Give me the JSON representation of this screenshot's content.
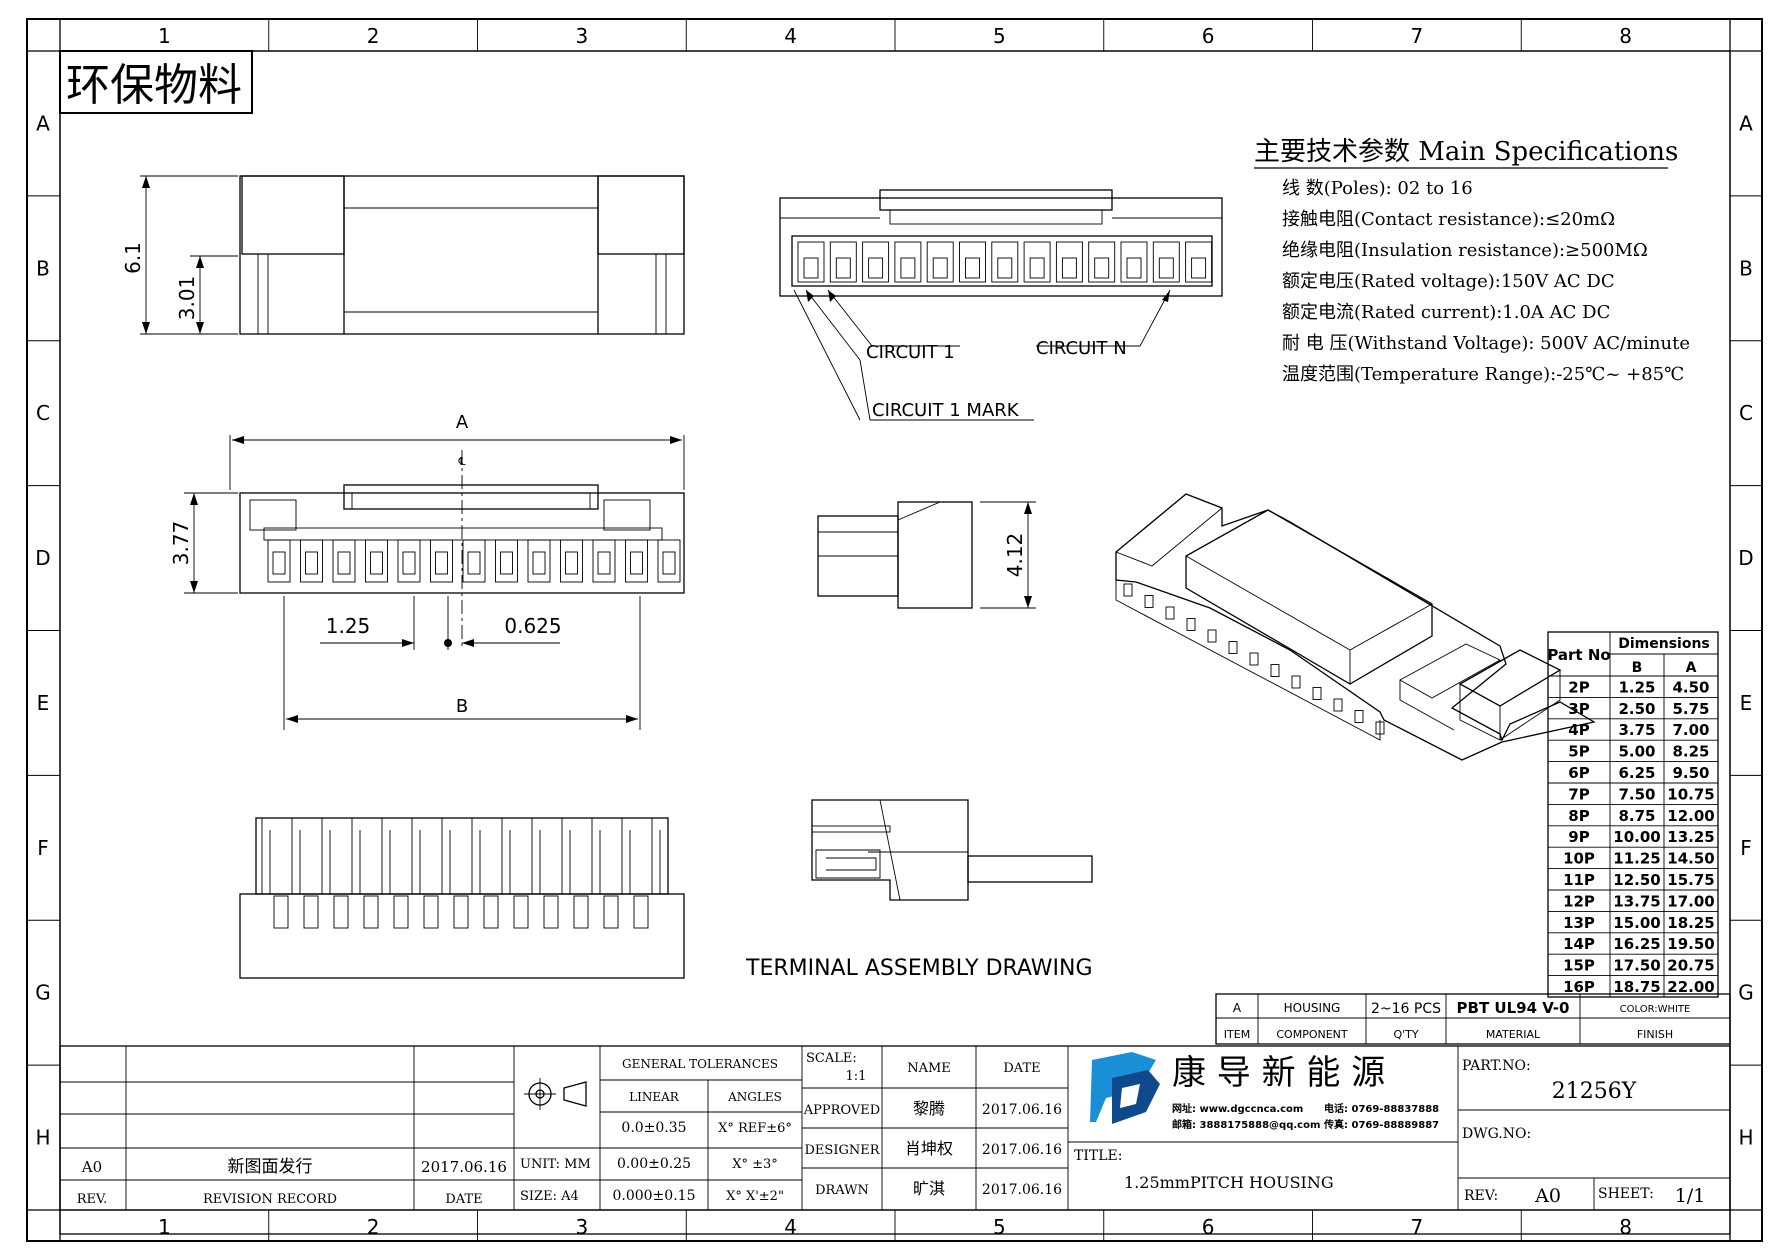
{
  "border": {
    "columns": [
      "1",
      "2",
      "3",
      "4",
      "5",
      "6",
      "7",
      "8"
    ],
    "rows": [
      "A",
      "B",
      "C",
      "D",
      "E",
      "F",
      "G",
      "H"
    ]
  },
  "stamp": "环保物料",
  "specs": {
    "title": "主要技术参数 Main Specifications",
    "items": [
      "线    数(Poles): 02 to 16",
      "接触电阻(Contact resistance):≤20mΩ",
      "绝缘电阻(Insulation resistance):≥500MΩ",
      "额定电压(Rated voltage):150V AC DC",
      "额定电流(Rated current):1.0A AC DC",
      "耐 电 压(Withstand Voltage): 500V AC/minute",
      "温度范围(Temperature Range):-25℃~ +85℃"
    ]
  },
  "labels": {
    "dim_height": "6.1",
    "dim_half": "3.01",
    "dim_a": "A",
    "centerline": "℄",
    "dim_depth": "3.77",
    "pitch": "1.25",
    "half_pitch": "0.625",
    "dim_b": "B",
    "side_height": "4.12",
    "circuit_1": "CIRCUIT 1",
    "circuit_n": "CIRCUIT N",
    "circuit_mark": "CIRCUIT 1 MARK",
    "terminal_assembly": "TERMINAL ASSEMBLY DRAWING"
  },
  "dimensions_table": {
    "header_part": "Part No",
    "header_dims": "Dimensions",
    "col_b": "B",
    "col_a": "A",
    "rows": [
      [
        "2P",
        "1.25",
        "4.50"
      ],
      [
        "3P",
        "2.50",
        "5.75"
      ],
      [
        "4P",
        "3.75",
        "7.00"
      ],
      [
        "5P",
        "5.00",
        "8.25"
      ],
      [
        "6P",
        "6.25",
        "9.50"
      ],
      [
        "7P",
        "7.50",
        "10.75"
      ],
      [
        "8P",
        "8.75",
        "12.00"
      ],
      [
        "9P",
        "10.00",
        "13.25"
      ],
      [
        "10P",
        "11.25",
        "14.50"
      ],
      [
        "11P",
        "12.50",
        "15.75"
      ],
      [
        "12P",
        "13.75",
        "17.00"
      ],
      [
        "13P",
        "15.00",
        "18.25"
      ],
      [
        "14P",
        "16.25",
        "19.50"
      ],
      [
        "15P",
        "17.50",
        "20.75"
      ],
      [
        "16P",
        "18.75",
        "22.00"
      ]
    ]
  },
  "material": {
    "item": "A",
    "item_label": "ITEM",
    "component": "HOUSING",
    "component_label": "COMPONENT",
    "qty": "2~16 PCS",
    "qty_label": "Q'TY",
    "material": "PBT UL94 V-0",
    "material_label": "MATERIAL",
    "finish": "COLOR:WHITE",
    "finish_label": "FINISH"
  },
  "revision": {
    "rev": "A0",
    "record": "新图面发行",
    "date": "2017.06.16",
    "rev_label": "REV.",
    "record_label": "REVISION RECORD",
    "date_label": "DATE"
  },
  "tolerances": {
    "title": "GENERAL TOLERANCES",
    "linear": "LINEAR",
    "angles": "ANGLES",
    "rows": [
      [
        "0.0±0.35",
        "X° REF±6°"
      ],
      [
        "0.00±0.25",
        "X° ±3°"
      ],
      [
        "0.000±0.15",
        "X° X'±2\""
      ]
    ],
    "unit": "UNIT: MM",
    "size": "SIZE: A4",
    "scale_label": "SCALE:",
    "scale": "1:1"
  },
  "approvals": {
    "name_label": "NAME",
    "date_label": "DATE",
    "rows": [
      [
        "APPROVED",
        "黎腾",
        "2017.06.16"
      ],
      [
        "DESIGNER",
        "肖坤权",
        "2017.06.16"
      ],
      [
        "DRAWN",
        "旷淇",
        "2017.06.16"
      ]
    ]
  },
  "company": {
    "name": "康 导 新 能 源",
    "web": "网址: www.dgccnca.com",
    "tel": "电话: 0769-88837888",
    "email": "邮箱: 3888175888@qq.com",
    "fax": "传真: 0769-88889887"
  },
  "title_block": {
    "title_label": "TITLE:",
    "title": "1.25mmPITCH HOUSING",
    "part_no_label": "PART.NO:",
    "part_no": "21256Y",
    "dwg_label": "DWG.NO:",
    "rev_label": "REV:",
    "rev": "A0",
    "sheet_label": "SHEET:",
    "sheet": "1/1"
  },
  "colors": {
    "ink": "#000000",
    "logo_blue": "#1a8fd8",
    "logo_dark": "#0f4b8c"
  }
}
